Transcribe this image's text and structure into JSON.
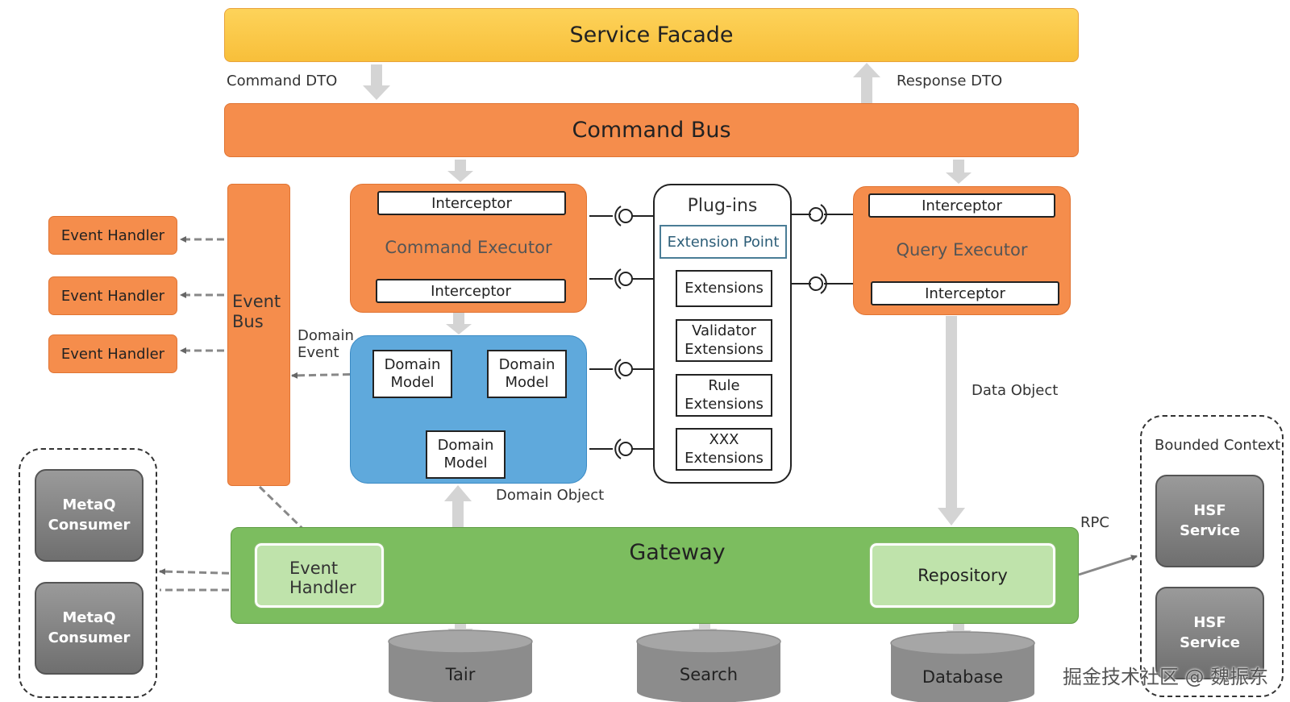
{
  "service_facade": "Service Facade",
  "command_dto": "Command DTO",
  "response_dto": "Response DTO",
  "command_bus": "Command Bus",
  "event_handlers": [
    "Event Handler",
    "Event Handler",
    "Event Handler"
  ],
  "event_bus": "Event\nBus",
  "domain_event": "Domain\nEvent",
  "command_executor": {
    "title": "Command Executor",
    "interceptor_top": "Interceptor",
    "interceptor_bottom": "Interceptor"
  },
  "query_executor": {
    "title": "Query Executor",
    "interceptor_top": "Interceptor",
    "interceptor_bottom": "Interceptor"
  },
  "domain_models": [
    "Domain\nModel",
    "Domain\nModel",
    "Domain\nModel"
  ],
  "domain_object": "Domain Object",
  "plugins": {
    "title": "Plug-ins",
    "extension_point": "Extension Point",
    "extensions": [
      "Extensions",
      "Validator\nExtensions",
      "Rule\nExtensions",
      "XXX\nExtensions"
    ]
  },
  "data_object": "Data Object",
  "rpc": "RPC",
  "gateway": {
    "title": "Gateway",
    "event_handler": "Event\nHandler",
    "repository": "Repository"
  },
  "metaq_consumers": [
    "MetaQ\nConsumer",
    "MetaQ\nConsumer"
  ],
  "bounded_context": {
    "label": "Bounded Context",
    "services": [
      "HSF\nService",
      "HSF\nService"
    ]
  },
  "datastores": [
    "Tair",
    "Search",
    "Database"
  ],
  "watermark": "掘金技术社区 @ 魏振东"
}
